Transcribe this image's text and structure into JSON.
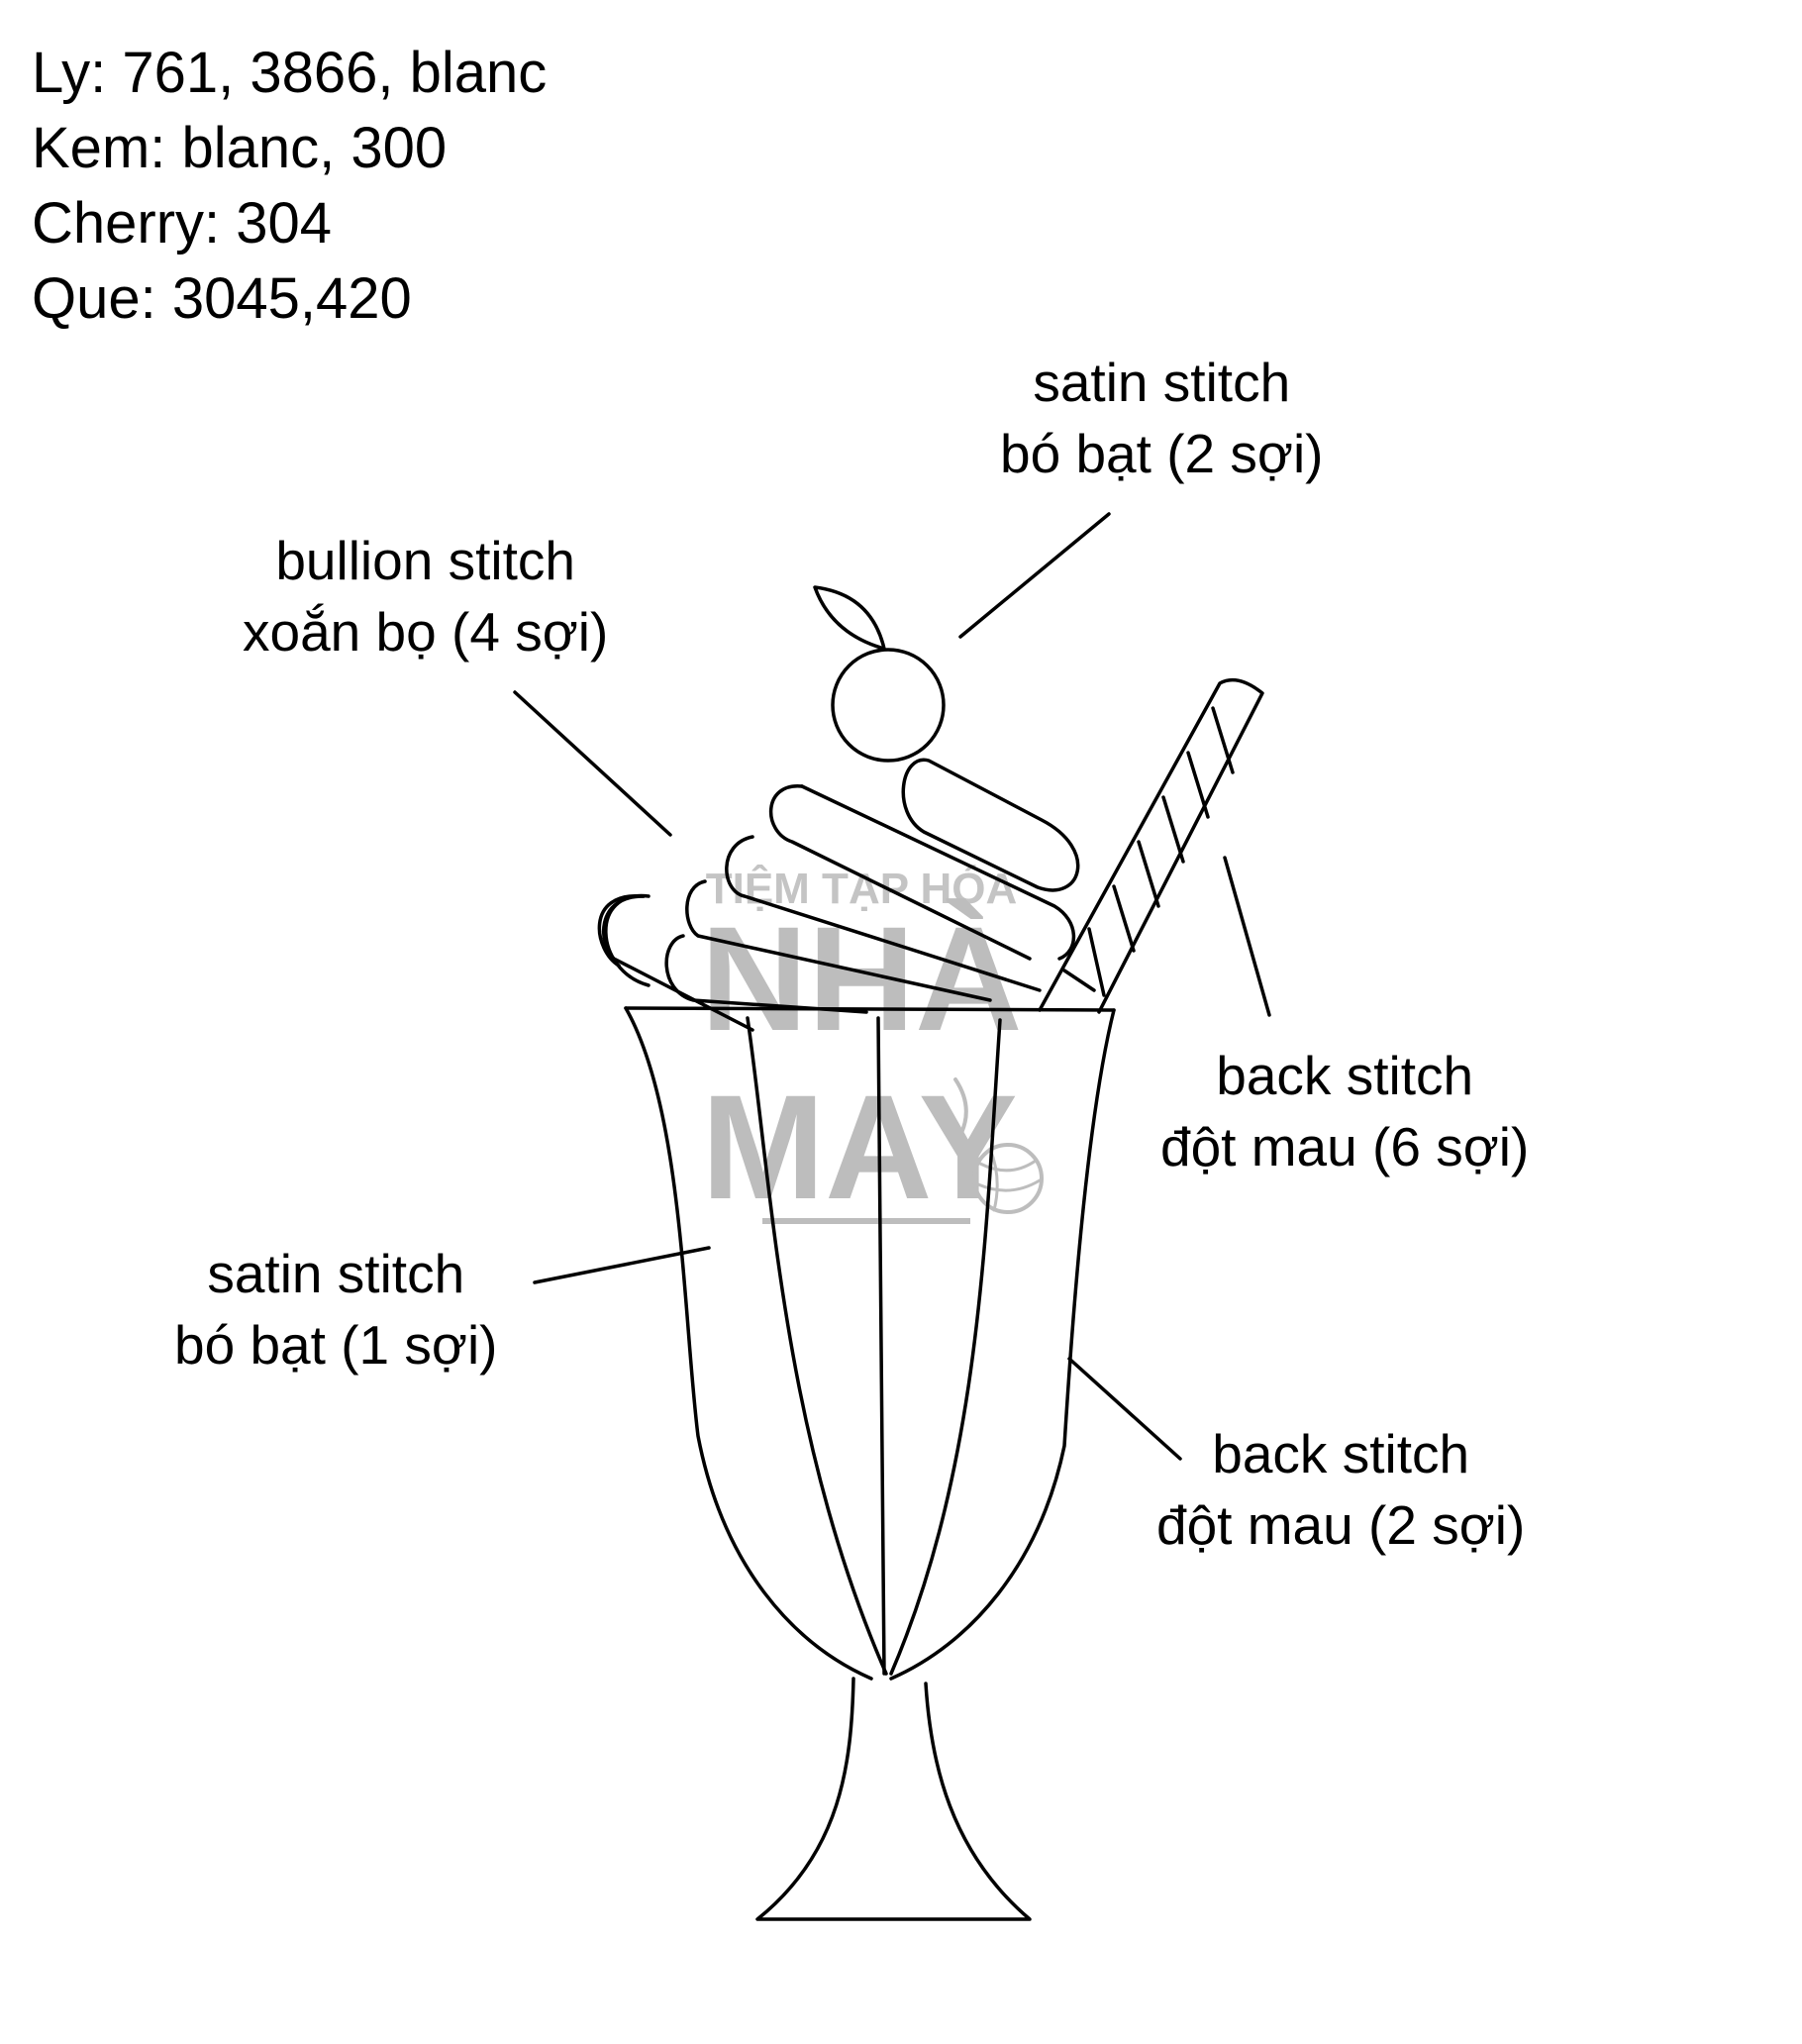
{
  "legend": [
    "Ly: 761, 3866, blanc",
    "Kem: blanc, 300",
    "Cherry: 304",
    "Que: 3045,420"
  ],
  "labels": {
    "cherry_leaf": {
      "line1": "satin stitch",
      "line2": "bó bạt (2 sợi)"
    },
    "cream": {
      "line1": "bullion stitch",
      "line2": "xoắn bọ (4 sợi)"
    },
    "straw": {
      "line1": "back stitch",
      "line2": "đột mau (6 sợi)"
    },
    "glass_fill": {
      "line1": "satin stitch",
      "line2": "bó bạt (1 sợi)"
    },
    "glass_outline": {
      "line1": "back stitch",
      "line2": "đột mau (2 sợi)"
    }
  },
  "watermark": {
    "top": "TIỆM TẠP HÓA",
    "mid": "NHÀ",
    "bottom": "MAY"
  },
  "colors": {
    "ink": "#000000",
    "watermark": "#bdbdbd",
    "background": "#ffffff"
  }
}
